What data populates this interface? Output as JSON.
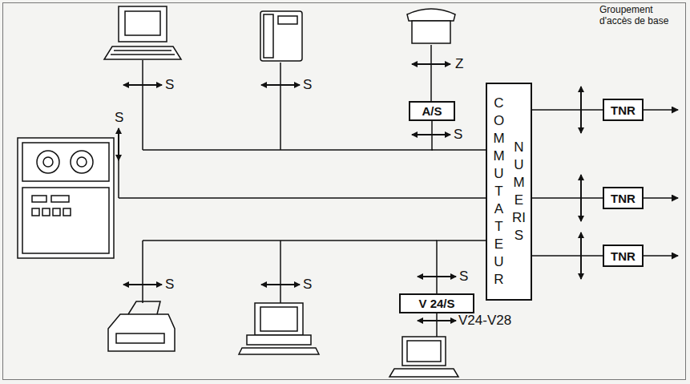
{
  "diagram": {
    "nodes": [
      {
        "text": [
          "A/S"
        ]
      },
      {
        "text": [
          "COMMUTATEUR",
          "NUMERIS"
        ]
      },
      {
        "text": [
          "TNR"
        ]
      },
      {
        "text": [
          "TNR"
        ]
      },
      {
        "text": [
          "TNR"
        ]
      },
      {
        "text": [
          "V 24/S"
        ]
      }
    ],
    "edges": [
      {
        "from": 0,
        "to": 1,
        "arrow": "none"
      },
      {
        "from": 1,
        "to": 2,
        "arrow": "none"
      },
      {
        "from": 1,
        "to": 3,
        "arrow": "none"
      },
      {
        "from": 1,
        "to": 4,
        "arrow": "none"
      },
      {
        "from": 5,
        "to": 1,
        "arrow": "none"
      }
    ],
    "labels": [
      "Groupement d'accès de base",
      "S",
      "S",
      "Z",
      "S",
      "S",
      "S",
      "S",
      "S",
      "V24-V28"
    ]
  }
}
